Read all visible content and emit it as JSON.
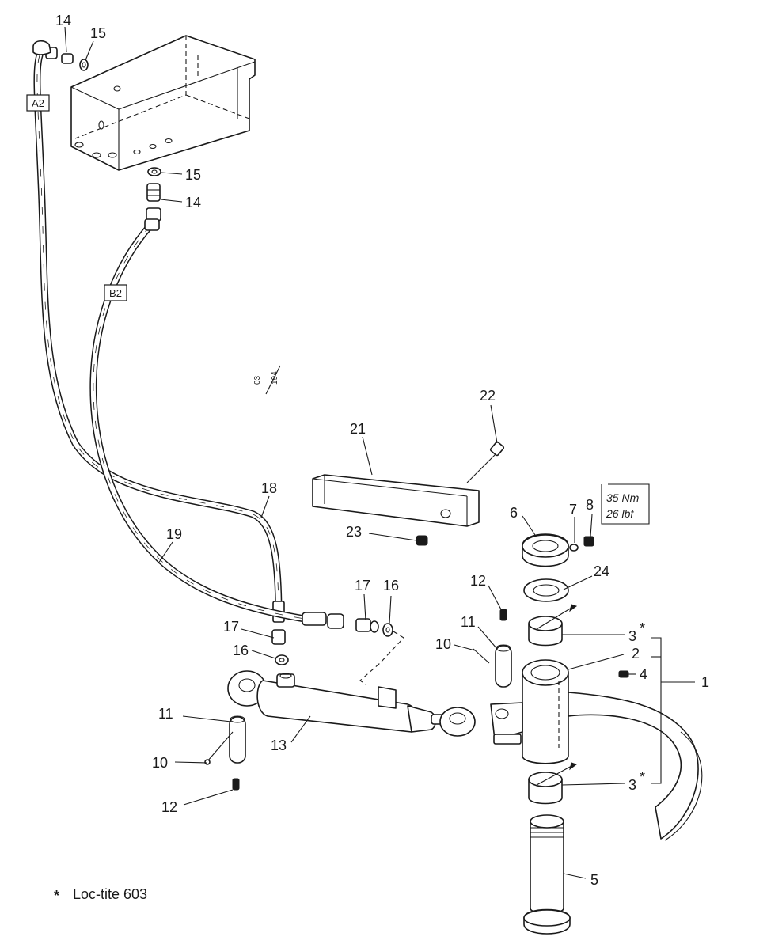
{
  "callouts": {
    "p14_top": "14",
    "p15_top": "15",
    "p15_mid": "15",
    "p14_mid": "14",
    "p22": "22",
    "p21": "21",
    "p18": "18",
    "p19": "19",
    "p23": "23",
    "p6": "6",
    "p7": "7",
    "p8": "8",
    "p24": "24",
    "p12_right": "12",
    "p11_right": "11",
    "p10_right": "10",
    "p17_top": "17",
    "p16_top": "16",
    "p17_left": "17",
    "p16_left": "16",
    "p3_upper": "3",
    "p2": "2",
    "p4": "4",
    "p1": "1",
    "p11_left": "11",
    "p13": "13",
    "p10_left": "10",
    "p12_left": "12",
    "p3_lower": "3",
    "p5": "5"
  },
  "hose_tags": {
    "a2": "A2",
    "b2": "B2"
  },
  "torque": {
    "nm": "35 Nm",
    "lbf": "26 lbf"
  },
  "drawing_ref": {
    "top": "03",
    "bottom": "194"
  },
  "asterisk": "*",
  "note": {
    "symbol": "*",
    "text": "Loc-tite 603"
  }
}
